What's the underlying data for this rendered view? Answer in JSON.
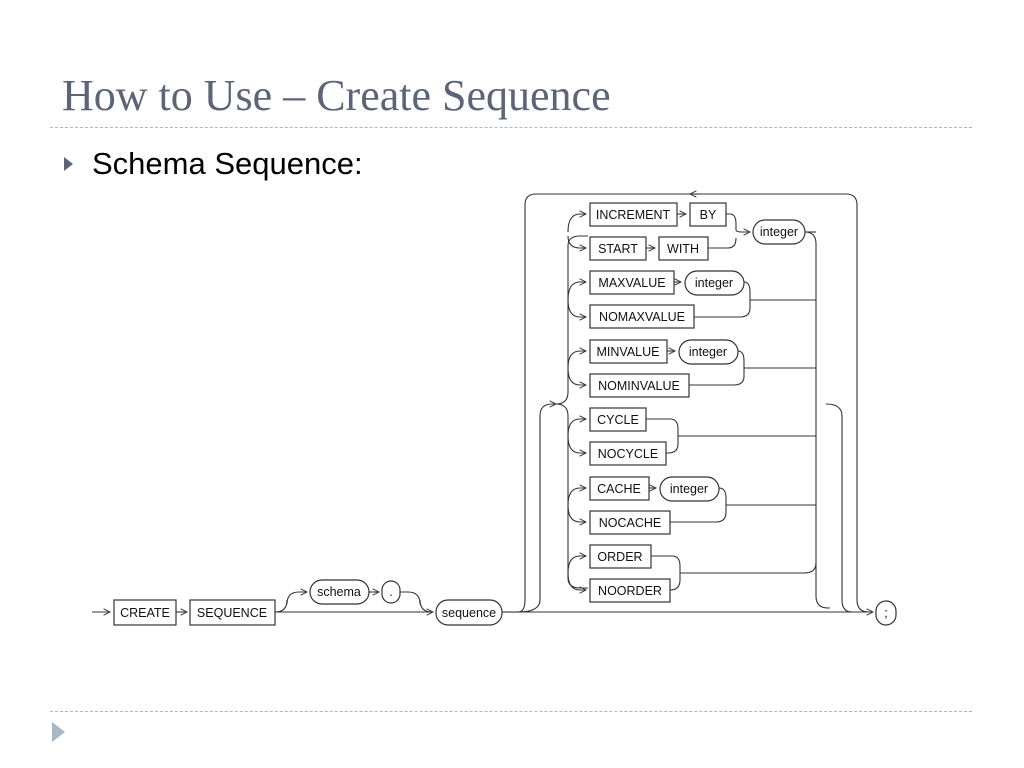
{
  "slide": {
    "title": "How to Use – Create Sequence",
    "bullet": "Schema Sequence:"
  },
  "diagram": {
    "main": {
      "create": "CREATE",
      "sequence_kw": "SEQUENCE",
      "schema": "schema",
      "dot": ".",
      "sequence": "sequence",
      "semicolon": ";"
    },
    "options": {
      "increment": "INCREMENT",
      "by": "BY",
      "start": "START",
      "with": "WITH",
      "integer": "integer",
      "maxvalue": "MAXVALUE",
      "nomaxvalue": "NOMAXVALUE",
      "minvalue": "MINVALUE",
      "nominvalue": "NOMINVALUE",
      "cycle": "CYCLE",
      "nocycle": "NOCYCLE",
      "cache": "CACHE",
      "nocache": "NOCACHE",
      "order": "ORDER",
      "noorder": "NOORDER"
    }
  },
  "colors": {
    "title": "#5b6577",
    "rule": "#a9b6c6",
    "line": "#333333"
  }
}
